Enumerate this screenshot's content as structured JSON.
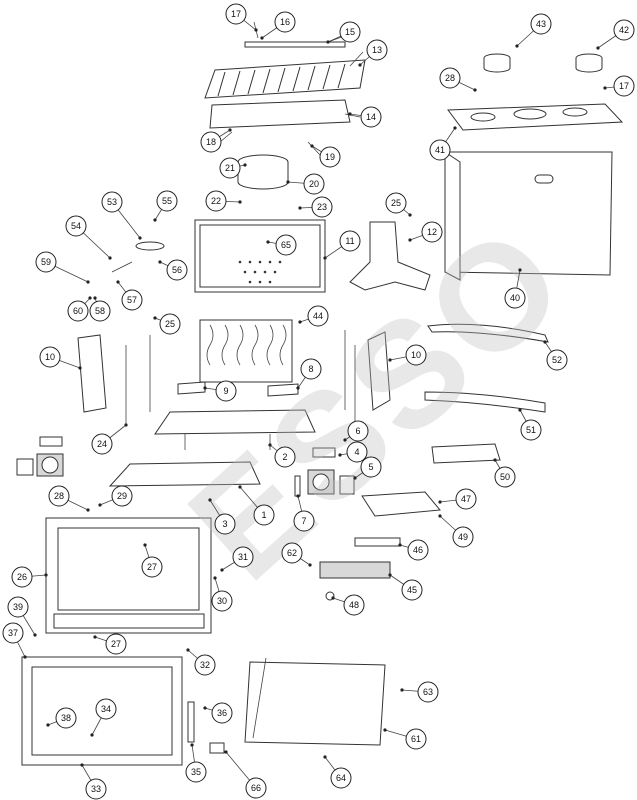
{
  "watermark": "ESSO",
  "callout_numbers": [
    "1",
    "2",
    "3",
    "4",
    "5",
    "6",
    "7",
    "8",
    "9",
    "10",
    "10",
    "11",
    "12",
    "13",
    "14",
    "15",
    "16",
    "17",
    "17",
    "18",
    "19",
    "20",
    "21",
    "22",
    "23",
    "24",
    "25",
    "25",
    "26",
    "27",
    "27",
    "28",
    "28",
    "29",
    "30",
    "31",
    "32",
    "33",
    "34",
    "35",
    "36",
    "37",
    "38",
    "39",
    "40",
    "41",
    "42",
    "43",
    "44",
    "45",
    "46",
    "47",
    "48",
    "49",
    "50",
    "51",
    "52",
    "53",
    "54",
    "55",
    "56",
    "57",
    "58",
    "59",
    "60",
    "61",
    "62",
    "63",
    "64",
    "65",
    "66"
  ]
}
